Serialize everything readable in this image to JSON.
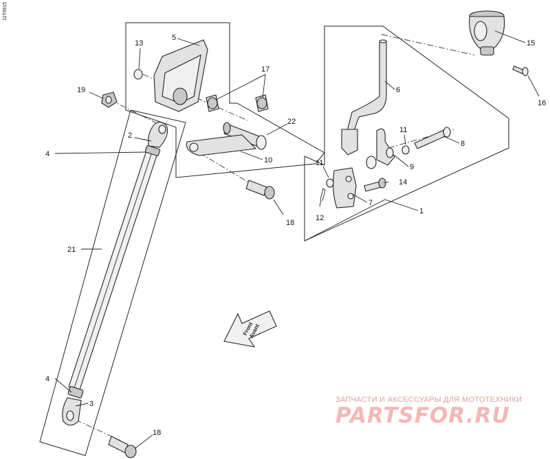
{
  "diagram": {
    "reference_code": "11T0915",
    "direction_arrow": {
      "line1": "Front",
      "line2": "Avant"
    },
    "watermark": {
      "subtitle": "ЗАПЧАСТИ И АКСЕССУАРЫ ДЛЯ МОТОТЕХНИКИ",
      "logo_text": "PARTSFOR.RU"
    },
    "callouts": [
      {
        "id": "c1",
        "label": "1"
      },
      {
        "id": "c2",
        "label": "2"
      },
      {
        "id": "c3",
        "label": "3"
      },
      {
        "id": "c4a",
        "label": "4"
      },
      {
        "id": "c4b",
        "label": "4"
      },
      {
        "id": "c5",
        "label": "5"
      },
      {
        "id": "c6",
        "label": "6"
      },
      {
        "id": "c7",
        "label": "7"
      },
      {
        "id": "c8",
        "label": "8"
      },
      {
        "id": "c9",
        "label": "9"
      },
      {
        "id": "c10",
        "label": "10"
      },
      {
        "id": "c11a",
        "label": "11"
      },
      {
        "id": "c11b",
        "label": "11"
      },
      {
        "id": "c12",
        "label": "12"
      },
      {
        "id": "c13",
        "label": "13"
      },
      {
        "id": "c14",
        "label": "14"
      },
      {
        "id": "c15",
        "label": "15"
      },
      {
        "id": "c16",
        "label": "16"
      },
      {
        "id": "c17",
        "label": "17"
      },
      {
        "id": "c18a",
        "label": "18"
      },
      {
        "id": "c18b",
        "label": "18"
      },
      {
        "id": "c19",
        "label": "19"
      },
      {
        "id": "c21",
        "label": "21"
      },
      {
        "id": "c22",
        "label": "22"
      }
    ]
  }
}
